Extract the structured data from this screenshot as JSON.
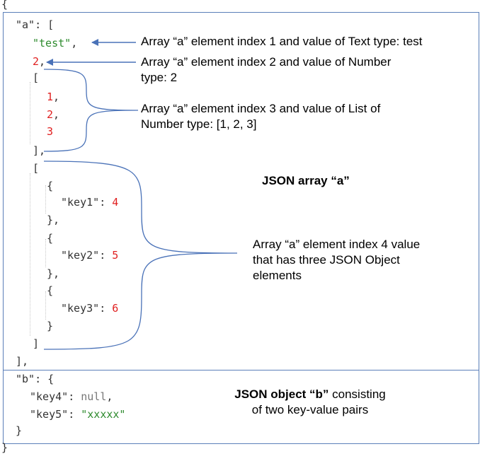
{
  "code": {
    "open_root": "{",
    "close_root": "}",
    "key_a": "\"a\"",
    "colon_bracket": ": [",
    "val_test": "\"test\"",
    "comma": ",",
    "val_2": "2",
    "open_bracket": "[",
    "close_bracket_comma": "],",
    "close_bracket": "]",
    "num_1": "1",
    "num_2": "2",
    "num_3": "3",
    "open_brace": "{",
    "close_brace_comma": "},",
    "close_brace": "}",
    "key1": "\"key1\"",
    "key2": "\"key2\"",
    "key3": "\"key3\"",
    "colon": ": ",
    "val_4": "4",
    "val_5": "5",
    "val_6": "6",
    "key_b": "\"b\"",
    "colon_brace": ": {",
    "key4": "\"key4\"",
    "val_null": "null",
    "key5": "\"key5\"",
    "val_xxxxx": "\"xxxxx\""
  },
  "annotations": {
    "index1": "Array “a” element index 1  and value of Text type: test",
    "index2_line1": "Array “a”  element index 2 and value of Number",
    "index2_line2": "type: 2",
    "index3_line1": "Array “a” element index 3 and value of List of",
    "index3_line2": "Number type: [1, 2, 3]",
    "array_title": "JSON array “a”",
    "index4_line1": "Array “a” element index 4 value",
    "index4_line2": "that has three JSON Object",
    "index4_line3": "elements",
    "object_title": "JSON object “b”",
    "object_desc_1": " consisting",
    "object_desc_2": "of two key-value pairs"
  },
  "colors": {
    "frame": "#5b7fb9",
    "string": "#2e8b2e",
    "number": "#e02020",
    "null": "#777777"
  }
}
